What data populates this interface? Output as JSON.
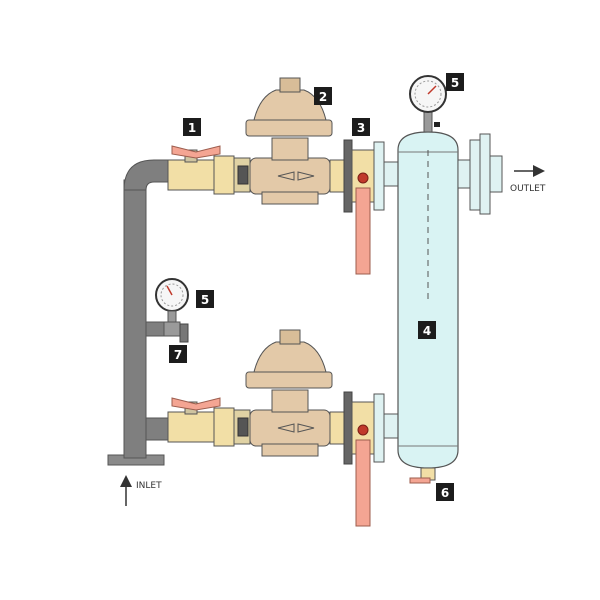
{
  "labels": {
    "inlet": "INLET",
    "outlet": "OUTLET"
  },
  "badges": {
    "b1": "1",
    "b2": "2",
    "b3": "3",
    "b4": "4",
    "b5_top": "5",
    "b5_mid": "5",
    "b6": "6",
    "b7": "7"
  },
  "colors": {
    "pipe": "#7f7f7f",
    "brass": "#f2dfa6",
    "regulator": "#e3c9a8",
    "tank": "#d9f3f3",
    "handle": "#f4a593",
    "badge": "#1c1c1c"
  }
}
